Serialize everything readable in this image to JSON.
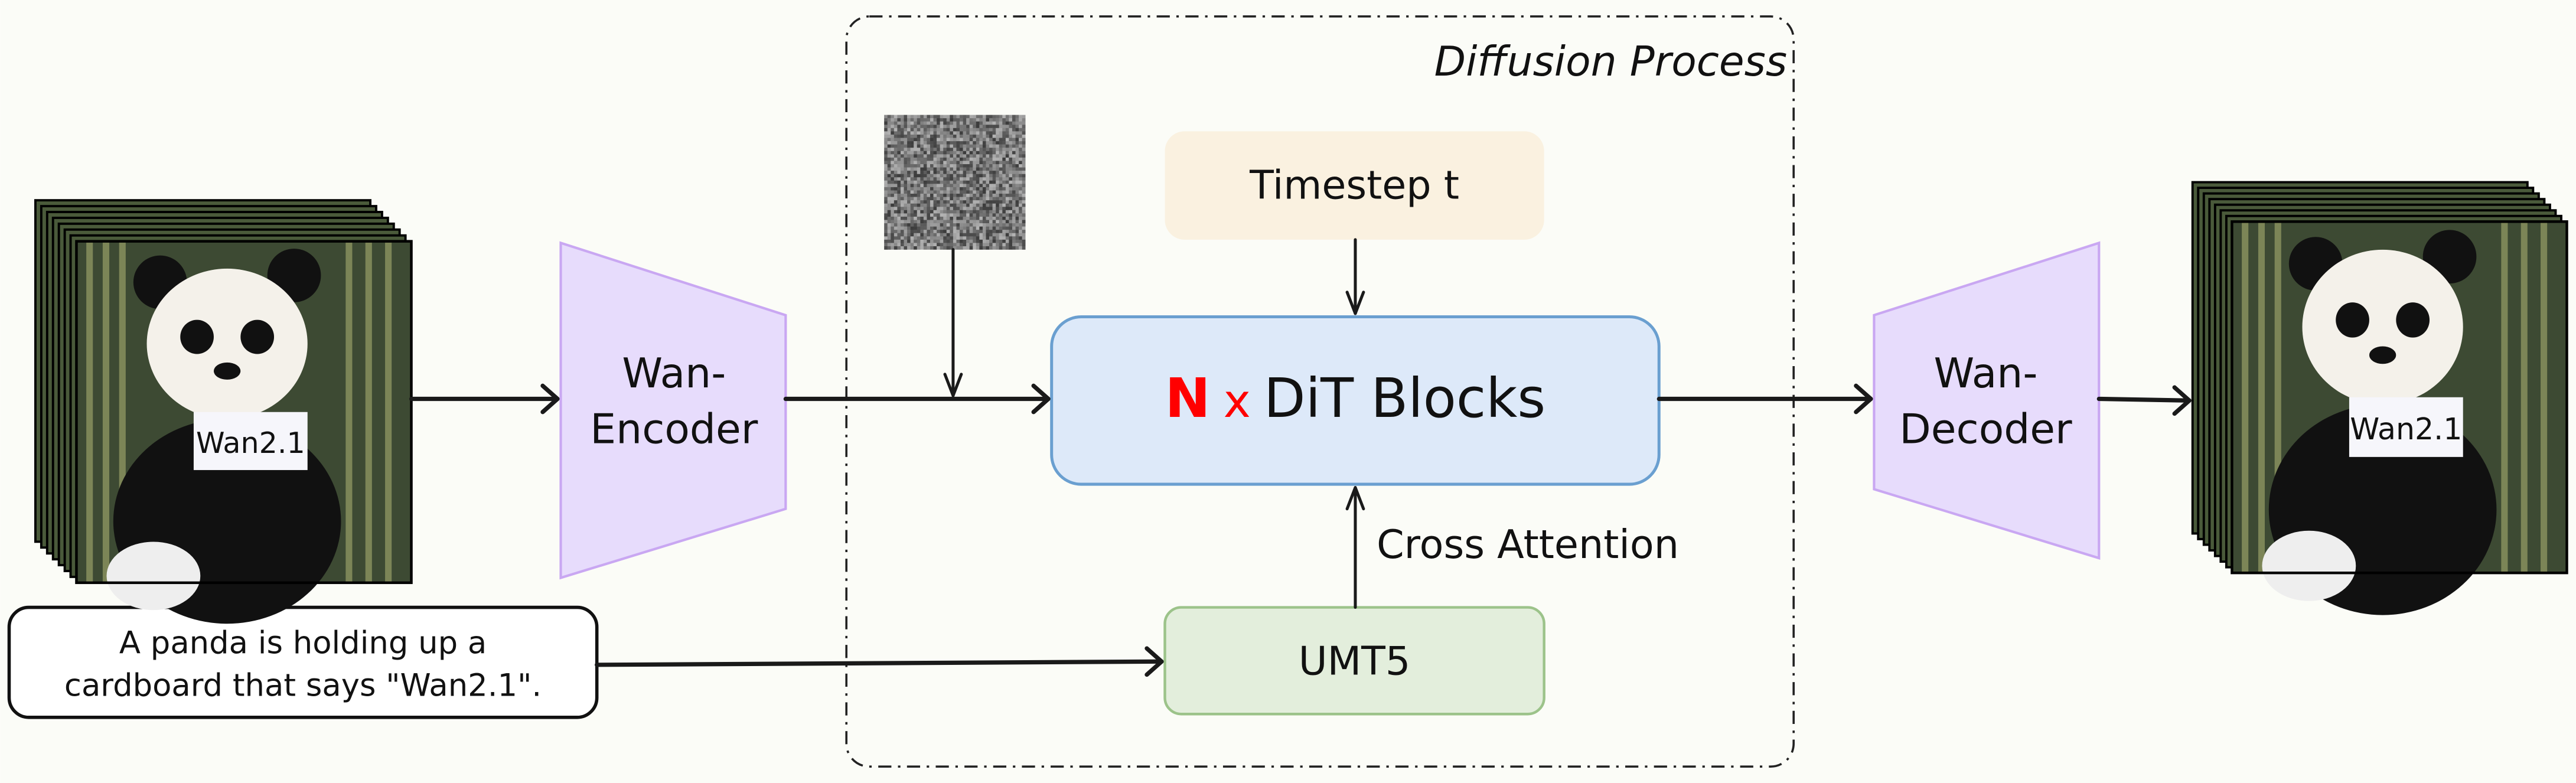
{
  "diagram": {
    "diffusion_label": "Diffusion Process",
    "timestep_label": "Timestep t",
    "dit_n": "N",
    "dit_x": "x",
    "dit_label": "DiT Blocks",
    "cross_attention_label": "Cross Attention",
    "umt5_label": "UMT5",
    "encoder_label_1": "Wan-",
    "encoder_label_2": "Encoder",
    "decoder_label_1": "Wan-",
    "decoder_label_2": "Decoder",
    "prompt_line_1": "A panda is holding up a",
    "prompt_line_2": "cardboard that says \"Wan2.1\".",
    "sign_text": "Wan2.1"
  },
  "colors": {
    "accent_red": "#ff0000",
    "timestep_fill": "#faf1e0",
    "dit_fill": "#dde9f9",
    "dit_stroke": "#6a9fd0",
    "umt5_fill": "#e3eedc",
    "umt5_stroke": "#9cc38a",
    "vae_fill": "#e7dcfc",
    "vae_stroke": "#c9a7f2"
  }
}
